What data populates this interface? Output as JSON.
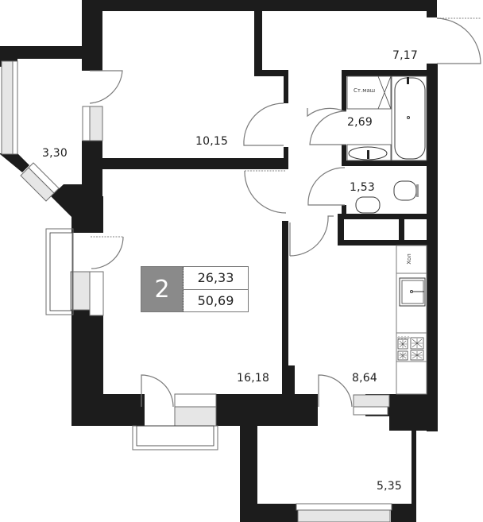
{
  "plan": {
    "type": "apartment-floor-plan",
    "colors": {
      "wall": "#1c1c1c",
      "window_glass": "#e6e6e6",
      "badge_bg": "#8a8a8a",
      "line": "#7a7a7a"
    }
  },
  "summary_badge": {
    "rooms_count": "2",
    "living_area": "26,33",
    "total_area": "50,69"
  },
  "rooms": [
    {
      "id": "loggia-left",
      "area": "3,30"
    },
    {
      "id": "bedroom",
      "area": "10,15"
    },
    {
      "id": "hallway",
      "area": "7,17"
    },
    {
      "id": "bathroom",
      "area": "2,69"
    },
    {
      "id": "toilet",
      "area": "1,53"
    },
    {
      "id": "living-room",
      "area": "16,18"
    },
    {
      "id": "kitchen",
      "area": "8,64"
    },
    {
      "id": "loggia-bottom",
      "area": "5,35"
    }
  ],
  "fixtures": {
    "washing_machine_label": "Ст.маш",
    "fridge_label": "Хол"
  }
}
